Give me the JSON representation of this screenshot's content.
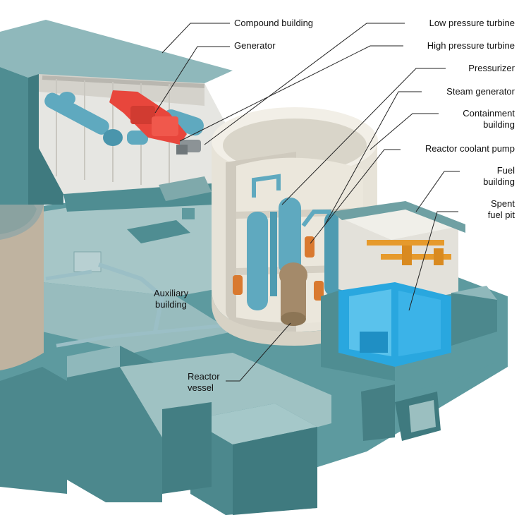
{
  "colors": {
    "background": "#ffffff",
    "wall_teal": "#4f8d92",
    "roof_teal": "#8fb8bb",
    "wall_dark": "#3b6f74",
    "floor_light": "#e6e6e2",
    "containment_beige": "#e7e3d8",
    "turbine_red": "#e8463c",
    "pipe_blue": "#5fa9bf",
    "pump_orange": "#d9792f",
    "vessel_brown": "#a48a6a",
    "pool_blue": "#29a7df",
    "crane_orange": "#e69a2c",
    "label_text": "#111111"
  },
  "labels": {
    "compound_building": "Compound building",
    "generator": "Generator",
    "low_pressure_turbine": "Low pressure turbine",
    "high_pressure_turbine": "High pressure turbine",
    "pressurizer": "Pressurizer",
    "steam_generator": "Steam generator",
    "containment_line1": "Containment",
    "containment_line2": "building",
    "reactor_coolant_pump": "Reactor coolant pump",
    "fuel_line1": "Fuel",
    "fuel_line2": "building",
    "spent_line1": "Spent",
    "spent_line2": "fuel pit",
    "auxiliary_line1": "Auxiliary",
    "auxiliary_line2": "building",
    "reactor_line1": "Reactor",
    "reactor_line2": "vessel"
  }
}
